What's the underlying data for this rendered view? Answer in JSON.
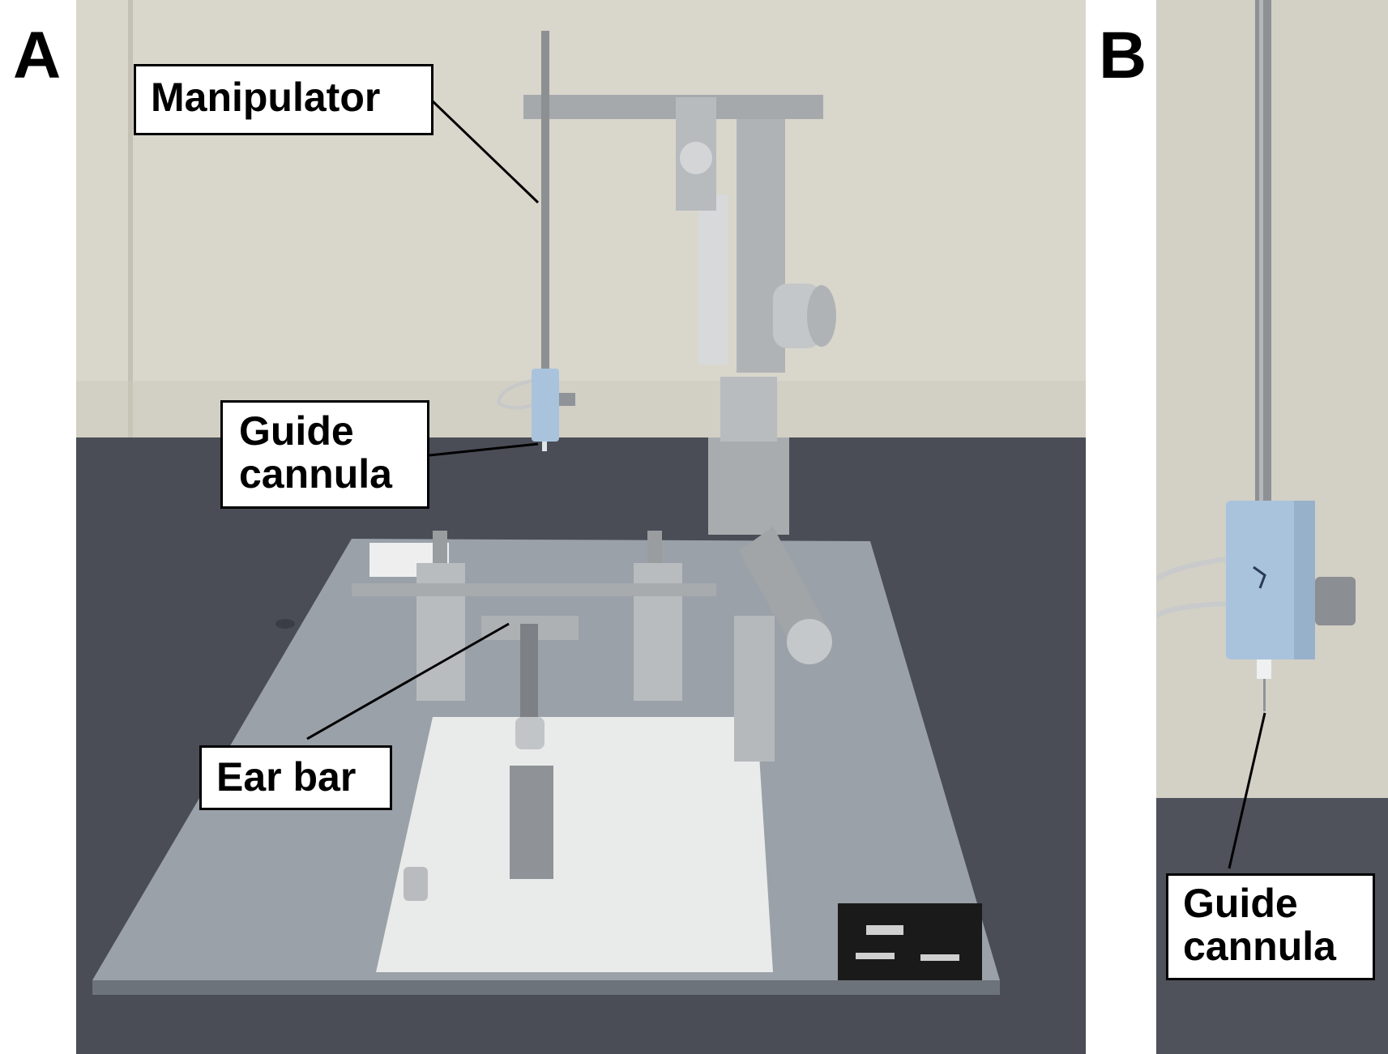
{
  "panels": [
    {
      "letter": "A",
      "labels": {
        "manipulator": "Manipulator",
        "guide_cannula_line1": "Guide",
        "guide_cannula_line2": "cannula",
        "ear_bar": "Ear bar"
      }
    },
    {
      "letter": "B",
      "labels": {
        "guide_cannula_line1": "Guide",
        "guide_cannula_line2": "cannula"
      }
    }
  ],
  "colors": {
    "wall": "#d9d6cc",
    "bench": "#4a4d56",
    "base_plate": "#9aa1a8",
    "white_board": "#e9ebea",
    "steel": "#b9bcbf",
    "clip_blue": "#a9c3dc",
    "nameplate": "#1a1a1a"
  }
}
